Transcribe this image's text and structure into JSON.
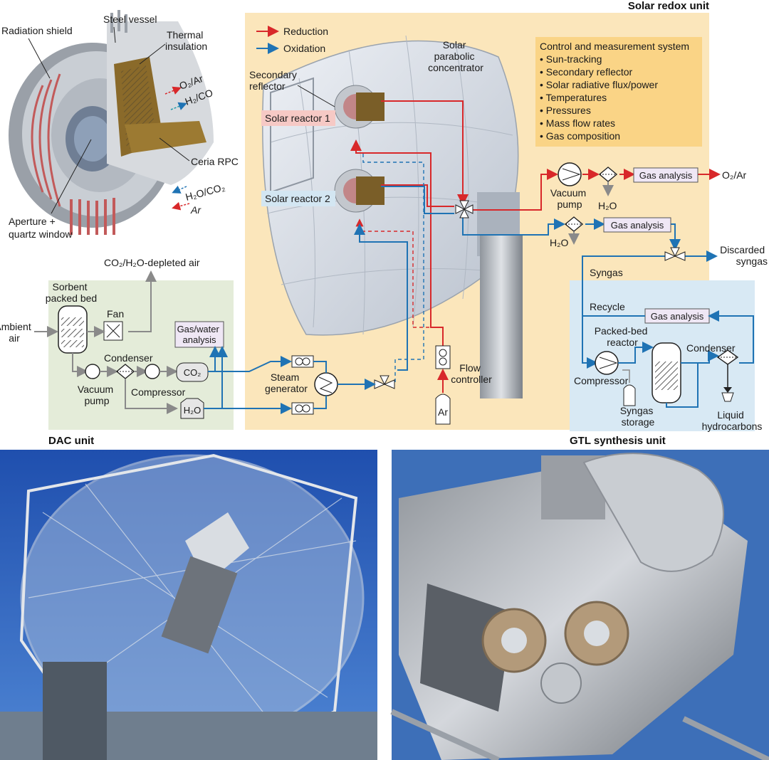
{
  "colors": {
    "reduction": "#d8282a",
    "oxidation": "#1f73b4",
    "process_grey": "#8a8a8a",
    "dac_bg": "#e4ecd9",
    "redox_bg": "#fbe6bb",
    "gtl_bg": "#d8e9f4",
    "control_bg": "#fad486",
    "reactor1_tag": "#f6c9c5",
    "sky": "#2c5fb8"
  },
  "units": {
    "solar_redox": "Solar redox unit",
    "dac": "DAC unit",
    "gtl": "GTL synthesis unit"
  },
  "reactor": {
    "radiation_shield": "Radiation shield",
    "steel_vessel": "Steel vessel",
    "thermal_insulation": [
      "Thermal",
      "insulation"
    ],
    "ceria_rpc": "Ceria RPC",
    "aperture": [
      "Aperture +",
      "quartz window"
    ],
    "o2_ar": "O₂/Ar",
    "h2_co": "H₂/CO",
    "h2o_co2": "H₂O/CO₂",
    "ar": "Ar"
  },
  "legend": {
    "reduction": "Reduction",
    "oxidation": "Oxidation"
  },
  "solar": {
    "concentrator": [
      "Solar",
      "parabolic",
      "concentrator"
    ],
    "secondary_reflector": [
      "Secondary",
      "reflector"
    ],
    "reactor1": "Solar reactor 1",
    "reactor2": "Solar reactor 2"
  },
  "control": {
    "title": "Control and measurement system",
    "items": [
      "Sun-tracking",
      "Secondary reflector",
      "Solar radiative flux/power",
      "Temperatures",
      "Pressures",
      "Mass flow rates",
      "Gas composition"
    ]
  },
  "redox_flow": {
    "vacuum_pump": [
      "Vacuum",
      "pump"
    ],
    "h2o_top": "H₂O",
    "gas_analysis_top": "Gas analysis",
    "o2_ar_out": "O₂/Ar",
    "h2o_mid": "H₂O",
    "gas_analysis_mid": "Gas analysis",
    "discarded_syngas": [
      "Discarded",
      "syngas"
    ],
    "syngas": "Syngas",
    "steam_generator": [
      "Steam",
      "generator"
    ],
    "flow_controller": [
      "Flow",
      "controller"
    ],
    "ar": "Ar"
  },
  "dac": {
    "depleted_air": "CO₂/H₂O-depleted air",
    "sorbent": [
      "Sorbent",
      "packed bed"
    ],
    "fan": "Fan",
    "ambient_air": [
      "Ambient",
      "air"
    ],
    "gas_water_analysis": [
      "Gas/water",
      "analysis"
    ],
    "condenser": "Condenser",
    "vacuum_pump": [
      "Vacuum",
      "pump"
    ],
    "compressor": "Compressor",
    "co2": "CO₂",
    "h2o": "H₂O"
  },
  "gtl": {
    "recycle": "Recycle",
    "gas_analysis": "Gas analysis",
    "packed_bed_reactor": [
      "Packed-bed",
      "reactor"
    ],
    "condenser": "Condenser",
    "compressor": "Compressor",
    "syngas_storage": [
      "Syngas",
      "storage"
    ],
    "liquid_hydrocarbons": [
      "Liquid",
      "hydrocarbons"
    ]
  }
}
